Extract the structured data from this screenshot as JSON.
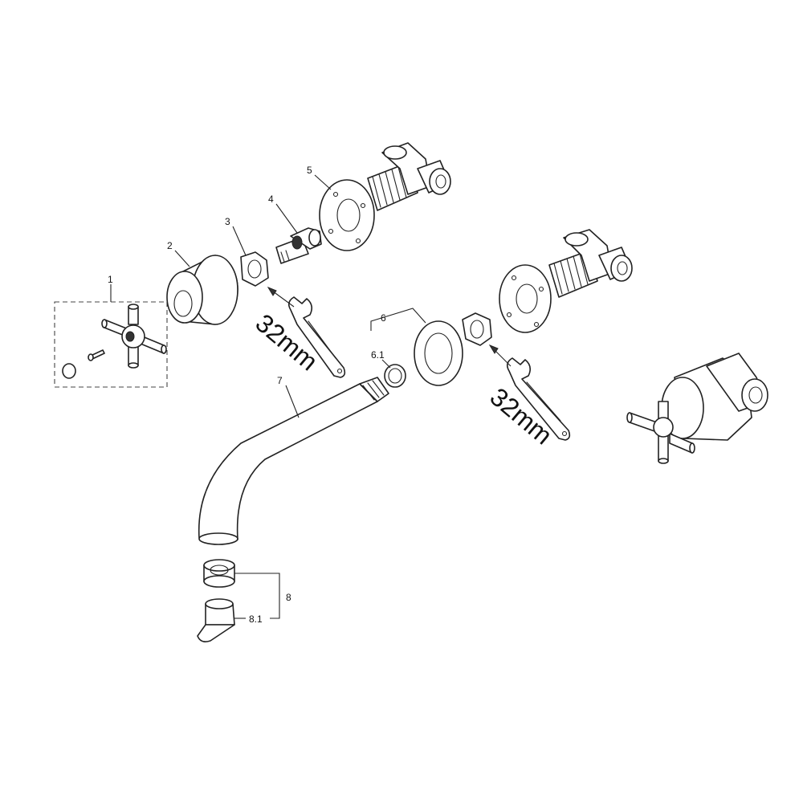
{
  "diagram": {
    "callouts": {
      "c1": "1",
      "c2": "2",
      "c3": "3",
      "c4": "4",
      "c5": "5",
      "c6": "6",
      "c6_1": "6.1",
      "c7": "7",
      "c8": "8",
      "c8_1": "8.1"
    },
    "wrench_size_left": "32mm",
    "wrench_size_right": "32mm"
  },
  "colors": {
    "line": "#222222",
    "background": "#ffffff"
  }
}
